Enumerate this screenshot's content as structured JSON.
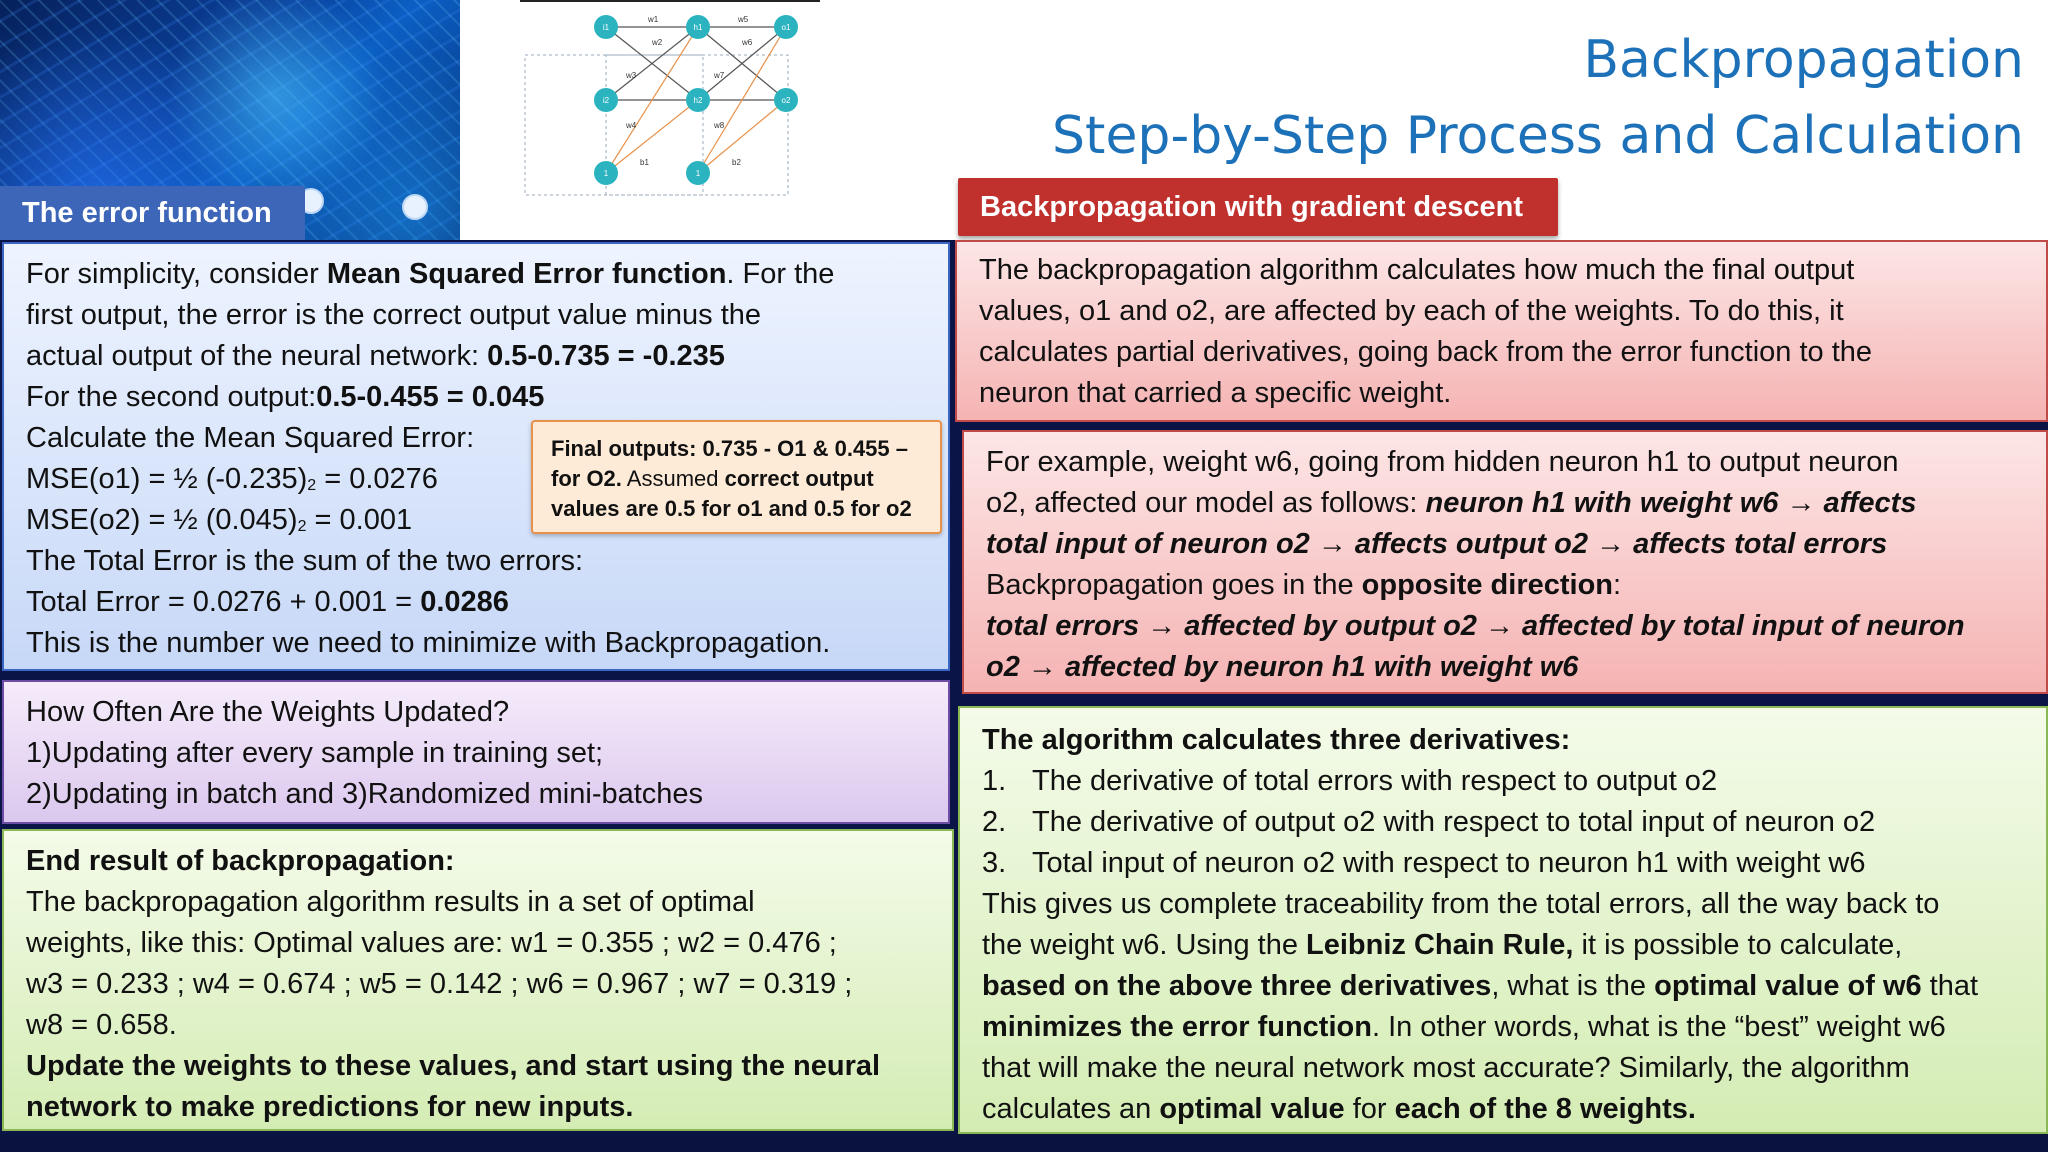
{
  "title": {
    "line1": "Backpropagation",
    "line2": "Step-by-Step Process and Calculation"
  },
  "diagram": {
    "nodes": [
      "i1",
      "h1",
      "o1",
      "i2",
      "h2",
      "o2",
      "1",
      "1"
    ],
    "weights": [
      "w1",
      "w2",
      "w3",
      "w4",
      "w5",
      "w6",
      "w7",
      "w8",
      "b1",
      "b2"
    ]
  },
  "error_section": {
    "header": "The error function",
    "intro_1": "For simplicity, consider ",
    "intro_bold": "Mean Squared Error function",
    "intro_2": ". For the",
    "line2": "first output, the error is the correct output value minus the",
    "line3_a": "actual output of the neural network: ",
    "line3_b": "0.5-0.735 = -0.235",
    "line4_a": "For the second output:",
    "line4_b": "0.5-0.455 = 0.045",
    "line5": "Calculate the Mean Squared Error:",
    "mse1_a": "MSE(o1) = ½ (-0.235)",
    "mse1_sup": "2",
    "mse1_b": " = 0.0276",
    "mse2_a": "MSE(o2) = ½ (0.045)",
    "mse2_sup": "2",
    "mse2_b": " = 0.001",
    "line8": "The Total Error is the sum of the two errors:",
    "line9_a": "Total Error = 0.0276 + 0.001 = ",
    "line9_b": "0.0286",
    "line10": "This is the number we need to minimize with Backpropagation.",
    "callout": {
      "line1": "Final outputs: 0.735 - O1 & 0.455 –",
      "line2_a": "for O2.",
      "line2_b": "  Assumed ",
      "line2_c": "correct output",
      "line3": "values are 0.5 for o1 and 0.5 for o2"
    }
  },
  "update_section": {
    "line1": "How Often Are the Weights Updated?",
    "line2": "1)Updating after every sample in training set;",
    "line3": "2)Updating in batch  and 3)Randomized mini-batches"
  },
  "end_section": {
    "heading": "End result of backpropagation:",
    "line2": "The backpropagation algorithm results in a set of optimal",
    "line3": "weights, like this: Optimal  values are: w1 = 0.355 ; w2 = 0.476 ;",
    "line4": "w3 = 0.233 ; w4 = 0.674 ; w5 = 0.142 ; w6 = 0.967 ; w7 = 0.319 ;",
    "line5": "w8 = 0.658.",
    "line6": "Update the weights to these values, and start using the neural",
    "line7": "network to make predictions for new inputs."
  },
  "gd_section": {
    "header": "Backpropagation with gradient descent",
    "p1_line1": "The backpropagation algorithm calculates how much the final output",
    "p1_line2": "values, o1 and o2, are affected by each of the weights. To do this, it",
    "p1_line3": "calculates partial derivatives, going back from the error function to the",
    "p1_line4": "neuron that carried a specific weight."
  },
  "example_section": {
    "line1": "For example, weight w6, going from hidden neuron h1 to output neuron",
    "line2_a": "o2, affected our model as follows: ",
    "line2_b": "neuron h1 with weight w6 → affects",
    "line3": "total input of neuron o2 → affects output o2 → affects total errors",
    "line4_a": "Backpropagation goes in the ",
    "line4_b": "opposite direction",
    "line4_c": ":",
    "line5": "total errors → affected by output o2 → affected by total input of neuron",
    "line6": "o2 → affected by neuron h1 with weight w6"
  },
  "deriv_section": {
    "heading": "The algorithm calculates three derivatives:",
    "items": [
      {
        "num": "1.",
        "text": "The derivative of total errors with respect to output o2"
      },
      {
        "num": "2.",
        "text": "The derivative of output o2 with respect to total input of neuron o2"
      },
      {
        "num": "3.",
        "text": "Total input of neuron o2 with respect to neuron h1 with weight w6"
      }
    ],
    "p_line1": "This gives us complete traceability from the total errors, all the way back to",
    "p_line2_a": "the weight w6. Using the ",
    "p_line2_b": "Leibniz Chain Rule,",
    "p_line2_c": " it is possible to calculate,",
    "p_line3_a": "based on the above three derivatives",
    "p_line3_b": ", what is the ",
    "p_line3_c": "optimal value of w6",
    "p_line3_d": " that",
    "p_line4_a": "minimizes the error function",
    "p_line4_b": ". In other words, what is the “best” weight w6",
    "p_line5": "that will make the neural network most accurate? Similarly, the algorithm",
    "p_line6_a": "calculates an ",
    "p_line6_b": "optimal value",
    "p_line6_c": " for ",
    "p_line6_d": "each of the 8 weights."
  },
  "colors": {
    "title": "#1d71b8",
    "error_header": "#3d66b8",
    "gd_header": "#c0312e",
    "node": "#2bb3c0"
  }
}
